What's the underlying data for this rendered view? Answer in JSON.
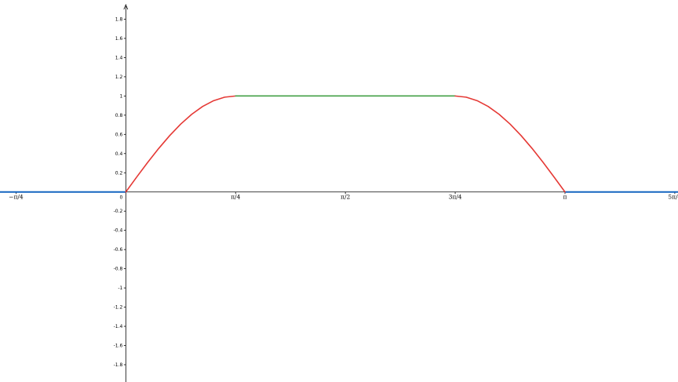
{
  "chart_data": {
    "type": "line",
    "title": "",
    "xlabel": "",
    "ylabel": "",
    "xlim": [
      -0.9,
      3.95
    ],
    "ylim": [
      -1.98,
      2.0
    ],
    "grid": false,
    "axis_color": "#000000",
    "x_ticks": [
      {
        "value": -0.7854,
        "label": "−π/4"
      },
      {
        "value": 0,
        "label": "0"
      },
      {
        "value": 0.7854,
        "label": "π/4"
      },
      {
        "value": 1.5708,
        "label": "π/2"
      },
      {
        "value": 2.3562,
        "label": "3π/4"
      },
      {
        "value": 3.1416,
        "label": "π"
      },
      {
        "value": 3.927,
        "label": "5π/4"
      }
    ],
    "y_ticks": [
      {
        "value": 1.8,
        "label": "1.8"
      },
      {
        "value": 1.6,
        "label": "1.6"
      },
      {
        "value": 1.4,
        "label": "1.4"
      },
      {
        "value": 1.2,
        "label": "1.2"
      },
      {
        "value": 1.0,
        "label": "1"
      },
      {
        "value": 0.8,
        "label": "0.8"
      },
      {
        "value": 0.6,
        "label": "0.6"
      },
      {
        "value": 0.4,
        "label": "0.4"
      },
      {
        "value": 0.2,
        "label": "0.2"
      },
      {
        "value": -0.2,
        "label": "-0.2"
      },
      {
        "value": -0.4,
        "label": "-0.4"
      },
      {
        "value": -0.6,
        "label": "-0.6"
      },
      {
        "value": -0.8,
        "label": "-0.8"
      },
      {
        "value": -1.0,
        "label": "-1"
      },
      {
        "value": -1.2,
        "label": "-1.2"
      },
      {
        "value": -1.4,
        "label": "-1.4"
      },
      {
        "value": -1.6,
        "label": "-1.6"
      },
      {
        "value": -1.8,
        "label": "-1.8"
      }
    ],
    "series": [
      {
        "color": "#1565c0",
        "x": [
          -0.9,
          0.0
        ],
        "y": [
          0,
          0
        ]
      },
      {
        "color": "#1565c0",
        "x": [
          3.1416,
          3.95
        ],
        "y": [
          0,
          0
        ]
      },
      {
        "color": "#e53935",
        "x": [
          0.0,
          0.0785,
          0.1571,
          0.2356,
          0.3142,
          0.3927,
          0.4712,
          0.5498,
          0.6283,
          0.7069,
          0.7854
        ],
        "y": [
          0.0,
          0.1564,
          0.309,
          0.454,
          0.5878,
          0.7071,
          0.809,
          0.891,
          0.9511,
          0.9877,
          1.0
        ]
      },
      {
        "color": "#43a047",
        "x": [
          0.7854,
          2.3562
        ],
        "y": [
          1.0,
          1.0
        ]
      },
      {
        "color": "#e53935",
        "x": [
          2.3562,
          2.4347,
          2.5133,
          2.5918,
          2.6704,
          2.7489,
          2.8274,
          2.906,
          2.9845,
          3.0631,
          3.1416
        ],
        "y": [
          1.0,
          0.9877,
          0.9511,
          0.891,
          0.809,
          0.7071,
          0.5878,
          0.454,
          0.309,
          0.1564,
          0.0
        ]
      }
    ]
  }
}
